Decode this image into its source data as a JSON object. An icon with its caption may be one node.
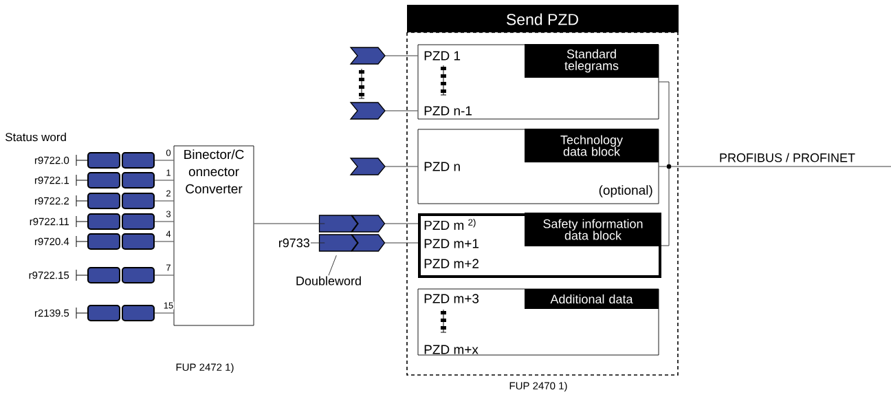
{
  "diagram": {
    "nodes": [
      {
        "text": [
          "Send PZD"
        ],
        "beside": [
          "FUP 2470 1)"
        ]
      },
      {
        "text": [
          "PZD 1",
          "Standard telegrams",
          "PZD n-1"
        ],
        "in": 0
      },
      {
        "text": [
          "Technology data block",
          "PZD n",
          "(optional)"
        ],
        "in": 0
      },
      {
        "text": [
          "PZD m $^{2)}$",
          "Safety information data block",
          "PZD m+1",
          "PZD m+2"
        ],
        "in": 0
      },
      {
        "text": [
          "PZD m+3",
          "Additional data",
          "PZD m+x"
        ],
        "in": 0
      },
      {
        "text": [
          "Binector/C onnector Converter"
        ],
        "beside": [
          "FUP 2472 1)"
        ]
      },
      {
        "text": [],
        "shape": "bar",
        "beside": [
          "r9722.0"
        ]
      },
      {
        "text": [],
        "shape": "bar",
        "beside": [
          "r9722.1"
        ]
      },
      {
        "text": [],
        "shape": "bar",
        "beside": [
          "r9722.2"
        ]
      },
      {
        "text": [],
        "shape": "bar",
        "beside": [
          "r9722.11"
        ]
      },
      {
        "text": [],
        "shape": "bar",
        "beside": [
          "r9720.4"
        ]
      },
      {
        "text": [],
        "shape": "bar",
        "beside": [
          "r9722.15"
        ]
      },
      {
        "text": [],
        "shape": "bar",
        "beside": [
          "r2139.5"
        ]
      },
      {
        "text": [],
        "shape": "chevron"
      },
      {
        "text": [],
        "shape": "chevron"
      },
      {
        "text": [
          "r9733"
        ]
      },
      {
        "text": [
          "Doubleword"
        ]
      },
      {
        "text": [],
        "shape": "chevron"
      },
      {
        "text": [],
        "shape": "chevron"
      },
      {
        "text": [],
        "shape": "chevron"
      },
      {
        "text": [],
        "shape": "circle",
        "in": 0
      }
    ],
    "edges": [
      {
        "from": 6,
        "to": 5,
        "arrow": "none",
        "label": "0"
      },
      {
        "from": 7,
        "to": 5,
        "arrow": "none",
        "label": "1"
      },
      {
        "from": 8,
        "to": 5,
        "arrow": "none",
        "label": "2"
      },
      {
        "from": 9,
        "to": 5,
        "arrow": "none",
        "label": "3"
      },
      {
        "from": 10,
        "to": 5,
        "arrow": "none",
        "label": "4"
      },
      {
        "from": 11,
        "to": 5,
        "arrow": "none",
        "label": "7"
      },
      {
        "from": 12,
        "to": 5,
        "arrow": "none",
        "label": "15"
      },
      {
        "from": 5,
        "to": 13,
        "arrow": "none"
      },
      {
        "from": 15,
        "to": 14,
        "arrow": "none"
      },
      {
        "from": 16,
        "to": 14,
        "arrow": "none"
      },
      {
        "from": 17,
        "to": 1,
        "arrow": "none"
      },
      {
        "from": 18,
        "to": 1,
        "arrow": "none"
      },
      {
        "from": 19,
        "to": 2,
        "arrow": "none"
      },
      {
        "from": 13,
        "to": 3,
        "arrow": "none"
      },
      {
        "from": 14,
        "to": 3,
        "arrow": "none"
      },
      {
        "from": 1,
        "to": 20,
        "arrow": "none"
      },
      {
        "from": 2,
        "to": 20,
        "arrow": "none"
      },
      {
        "from": 3,
        "to": 20,
        "arrow": "none"
      },
      {
        "from": 20,
        "to": null,
        "arrow": "none",
        "label": "PROFIBUS / PROFINET"
      }
    ],
    "labels": [
      "Status word"
    ]
  }
}
